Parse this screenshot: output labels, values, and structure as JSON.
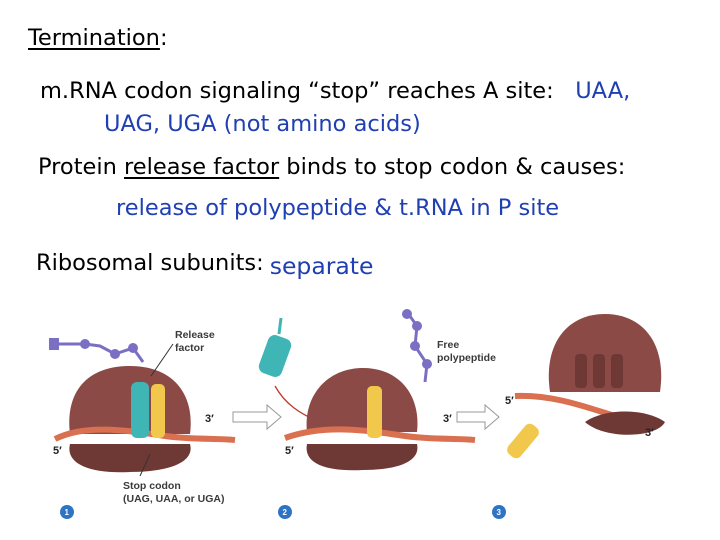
{
  "slide": {
    "title": "Termination",
    "title_suffix": ":",
    "line1": "m.RNA codon signaling “stop” reaches A site:",
    "line1_value": "UAA,",
    "line2": "UAG, UGA (not amino acids)",
    "line3_prefix": "Protein ",
    "line3_term": "release factor",
    "line3_suffix": " binds to stop codon & causes:",
    "line4": "release of polypeptide & t.RNA in P site",
    "line5_label": "Ribosomal subunits:",
    "line5_value": "separate"
  },
  "figure": {
    "release_factor": "Release\nfactor",
    "release_factor_line1": "Release",
    "release_factor_line2": "factor",
    "free_polypeptide_line1": "Free",
    "free_polypeptide_line2": "polypeptide",
    "stop_codon_line1": "Stop codon",
    "stop_codon_line2": "(UAG, UAA, or UGA)",
    "prime3": "3′",
    "prime5": "5′",
    "steps": [
      "1",
      "2",
      "3"
    ]
  },
  "colors": {
    "text": "#000000",
    "highlight": "#1f3fb2",
    "ribosome": "#8b4a45",
    "mrna": "#d9704f",
    "release_factor": "#3fb5b5",
    "trna": "#f1c84b",
    "polypeptide": "#7a6fc2",
    "step_circle": "#2f73c4"
  }
}
